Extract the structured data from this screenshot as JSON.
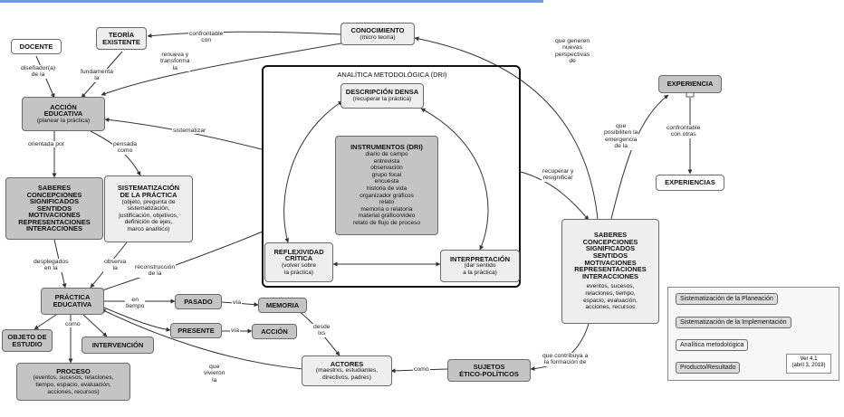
{
  "frame_title": "ANALÍTICA METODOLÓGICA (DRI)",
  "nodes": {
    "conocimiento": {
      "title": "CONOCIMIENTO",
      "sub": "(micro teoría)"
    },
    "docente": {
      "title": "DOCENTE"
    },
    "teoria": {
      "title": "TEORÍA\nEXISTENTE"
    },
    "accion": {
      "title": "ACCIÓN\nEDUCATIVA",
      "sub": "(planear la práctica)"
    },
    "saberes_left": {
      "title": "SABERES\nCONCEPCIONES\nSIGNIFICADOS\nSENTIDOS\nMOTIVACIONES\nREPRESENTACIONES\nINTERACCIONES"
    },
    "sistematizacion": {
      "title": "SISTEMATIZACIÓN\nDE LA PRÁCTICA",
      "sub": "(objeto, pregunta de\nsistematización,\njustificación, objetivos,\ndefinición de ejes,\nmarco analítico)"
    },
    "practica": {
      "title": "PRÁCTICA\nEDUCATIVA"
    },
    "objeto": {
      "title": "OBJETO DE\nESTUDIO"
    },
    "intervencion": {
      "title": "INTERVENCIÓN"
    },
    "proceso": {
      "title": "PROCESO",
      "sub": "(eventos, sucesos, relaciones,\ntiempo, espacio, evaluación,\nacciones, recursos)"
    },
    "pasado": {
      "title": "PASADO"
    },
    "memoria": {
      "title": "MEMORIA"
    },
    "presente": {
      "title": "PRESENTE"
    },
    "accion2": {
      "title": "ACCIÓN"
    },
    "actores": {
      "title": "ACTORES",
      "sub": "(maestrxs, estudiantes,\ndirectivos, padres)"
    },
    "sujetos": {
      "title": "SUJETOS\nÉTICO-POLÍTICOS"
    },
    "descripcion": {
      "title": "DESCRIPCIÓN DENSA",
      "sub": "(recuperar la práctica)"
    },
    "instrumentos": {
      "title": "INSTRUMENTOS (DRI)",
      "sub": "diario de campo\nentrevista\nobservación\ngrupo focal\nencuesta\nhistoria de vida\norganizador gráficos\nrelato\nmemoria o relatoría\nmaterial gráfico/video\nrelato de flujo de proceso"
    },
    "reflexividad": {
      "title": "REFLEXIVIDAD\nCRÍTICA",
      "sub": "(volver sobre\nla práctica)"
    },
    "interpretacion": {
      "title": "INTERPRETACIÓN",
      "sub": "(dar sentido\na la práctica)"
    },
    "saberes_right": {
      "title": "SABERES\nCONCEPCIONES\nSIGNIFICADOS\nSENTIDOS\nMOTIVACIONES\nREPRESENTACIONES\nINTERACCIONES",
      "sub": "eventos, sucesos,\nrelaciones, tiempo,\nespacio, evaluación,\nacciones, recursos"
    },
    "experiencia": {
      "title": "EXPERIENCIA"
    },
    "experiencias": {
      "title": "EXPERIENCIAS"
    }
  },
  "links": {
    "confrontable": "confrontable\ncon",
    "renueva": "renueva y\ntransforma\nla",
    "disenador": "diseñador(a)\nde la",
    "fundamenta": "fundamenta\nla",
    "sistematizar": "sistematizar",
    "orientada": "orientada por",
    "pensada": "pensada\ncomo",
    "desplegados": "desplegados\nen la",
    "observa": "observa\nla",
    "reconstruccion": "reconstrucción\nde la",
    "en_tiempo": "en\ntiempo",
    "via1": "vía",
    "via2": "vía",
    "como1": "como",
    "desde": "desde\nlxs",
    "que_vivieron": "que\nvivieron\nla",
    "como2": "como",
    "contribuya": "que contribuya a\nla formación de",
    "recuperar": "recuperar y\nresignificar",
    "generen": "que generen\nnuevas\nperspectivas\nde",
    "posibiliten": "que\nposibiliten la\nemergencia\nde la",
    "confrontable_otras": "confrontable\ncon otras"
  },
  "legend": [
    "Sistematización de la Planeación",
    "Sistematización de la Implementación",
    "Analítica metodológica",
    "Producto/Resultado"
  ],
  "version": "Ver 4.1\n(abril 3, 2019)",
  "colors": {
    "node_dark": "#c4c4c4",
    "node_light": "#eeeeee",
    "line": "#333333",
    "accent_bar": "#6ea0d6"
  }
}
